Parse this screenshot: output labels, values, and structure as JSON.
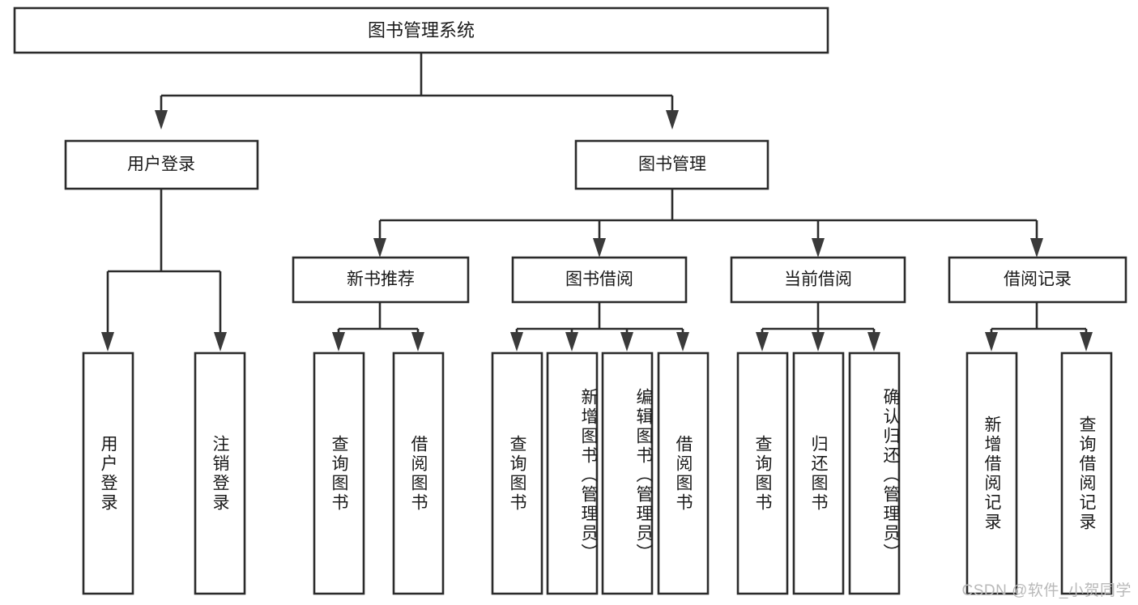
{
  "diagram": {
    "title": "图书管理系统",
    "type": "tree-hierarchy",
    "watermark": "CSDN @软件_小贺同学",
    "colors": {
      "background": "#ffffff",
      "box_fill": "#ffffff",
      "box_stroke": "#2b2b2b",
      "text": "#1a1a1a",
      "watermark": "#b9b9b9"
    },
    "root": {
      "id": "root",
      "label": "图书管理系统"
    },
    "level1": [
      {
        "id": "user-login",
        "label": "用户登录"
      },
      {
        "id": "book-manage",
        "label": "图书管理"
      }
    ],
    "level2": [
      {
        "id": "new-book-recommend",
        "label": "新书推荐",
        "parent": "book-manage"
      },
      {
        "id": "book-borrow",
        "label": "图书借阅",
        "parent": "book-manage"
      },
      {
        "id": "current-borrow",
        "label": "当前借阅",
        "parent": "book-manage"
      },
      {
        "id": "borrow-record",
        "label": "借阅记录",
        "parent": "book-manage"
      }
    ],
    "leaves": [
      {
        "id": "leaf-user-login",
        "label": "用户登录",
        "parent": "user-login"
      },
      {
        "id": "leaf-user-logout",
        "label": "注销登录",
        "parent": "user-login"
      },
      {
        "id": "leaf-query-book-1",
        "label": "查询图书",
        "parent": "new-book-recommend"
      },
      {
        "id": "leaf-borrow-book-1",
        "label": "借阅图书",
        "parent": "new-book-recommend"
      },
      {
        "id": "leaf-query-book-2",
        "label": "查询图书",
        "parent": "book-borrow"
      },
      {
        "id": "leaf-add-book",
        "label": "新增图书（管理员）",
        "parent": "book-borrow"
      },
      {
        "id": "leaf-edit-book",
        "label": "编辑图书（管理员）",
        "parent": "book-borrow"
      },
      {
        "id": "leaf-borrow-book-2",
        "label": "借阅图书",
        "parent": "book-borrow"
      },
      {
        "id": "leaf-query-book-3",
        "label": "查询图书",
        "parent": "current-borrow"
      },
      {
        "id": "leaf-return-book",
        "label": "归还图书",
        "parent": "current-borrow"
      },
      {
        "id": "leaf-confirm-return",
        "label": "确认归还（管理员）",
        "parent": "current-borrow"
      },
      {
        "id": "leaf-add-record",
        "label": "新增借阅记录",
        "parent": "borrow-record"
      },
      {
        "id": "leaf-query-record",
        "label": "查询借阅记录",
        "parent": "borrow-record"
      }
    ]
  }
}
